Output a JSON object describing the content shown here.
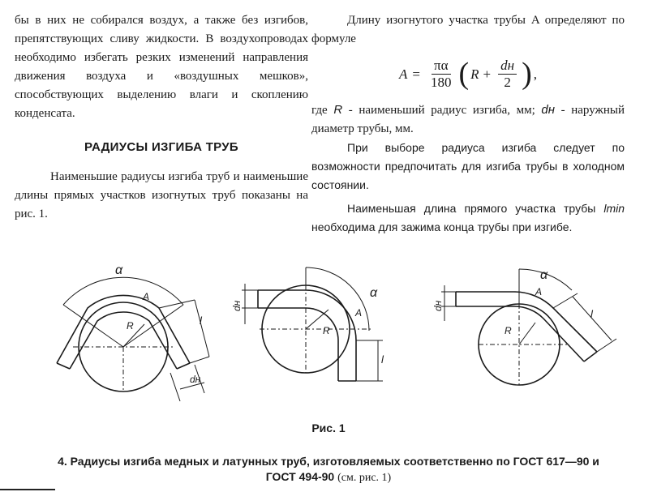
{
  "left": {
    "p1": "бы в них не собирался воздух, а также без изгибов, препятствующих сливу жидкости. В воздухопроводах необходимо избегать резких изменений направления движения воздуха и «воздушных мешков», способствующих выделению влаги и скоплению конденсата.",
    "heading": "РАДИУСЫ ИЗГИБА ТРУБ",
    "p2": "Наименьшие радиусы изгиба труб и наименьшие длины прямых участков изогнутых труб показаны на рис. 1."
  },
  "right": {
    "p1": "Длину изогнутого участка трубы A определяют по формуле",
    "formula": {
      "lhs": "A",
      "eq": "=",
      "num1": "πα",
      "den1": "180",
      "R": "R",
      "plus": "+",
      "num2": "dн",
      "den2": "2",
      "tail": ","
    },
    "p2a": "где",
    "p2R": "R",
    "p2b": "- наименьший радиус изгиба, мм;",
    "p2d": "dн",
    "p2c": "- наружный диаметр трубы, мм.",
    "p3": "При выборе радиуса изгиба следует по возможности предпочитать для изгиба трубы в холодном состоянии.",
    "p4a": "Наименьшая длина прямого участка трубы",
    "p4l": "lmin",
    "p4b": "необходима для зажима конца трубы при изгибе."
  },
  "figure": {
    "labels": {
      "alpha": "α",
      "A": "A",
      "R": "R",
      "l": "l",
      "dn": "dн"
    }
  },
  "caption": "Рис. 1",
  "table_title": {
    "bold": "4. Радиусы изгиба медных и латунных труб, изготовляемых соответственно по ГОСТ 617—90 и ГОСТ 494-90",
    "normal": "(см. рис. 1)"
  }
}
